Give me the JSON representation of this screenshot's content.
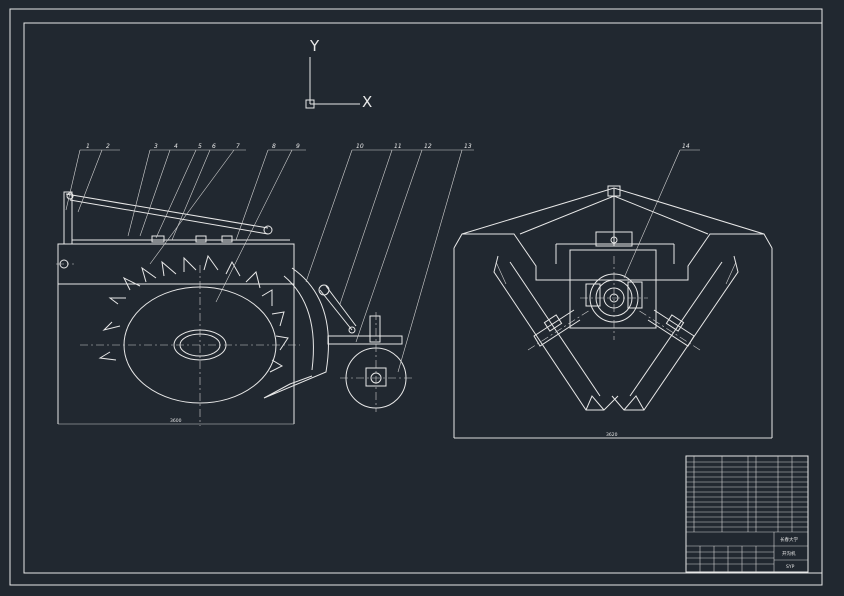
{
  "drawing": {
    "background_color": "#212830",
    "line_color": "#e8e8e8",
    "ucs": {
      "y_label": "Y",
      "x_label": "X"
    },
    "side_view": {
      "callouts": [
        "1",
        "2",
        "3",
        "4",
        "5",
        "6",
        "7",
        "8",
        "9",
        "10",
        "11",
        "12",
        "13"
      ]
    },
    "front_view": {
      "callouts": [
        "14"
      ]
    },
    "title_block": {
      "school": "长春大学",
      "drawing_name": "开沟机",
      "drawing_no": "SYP"
    }
  }
}
